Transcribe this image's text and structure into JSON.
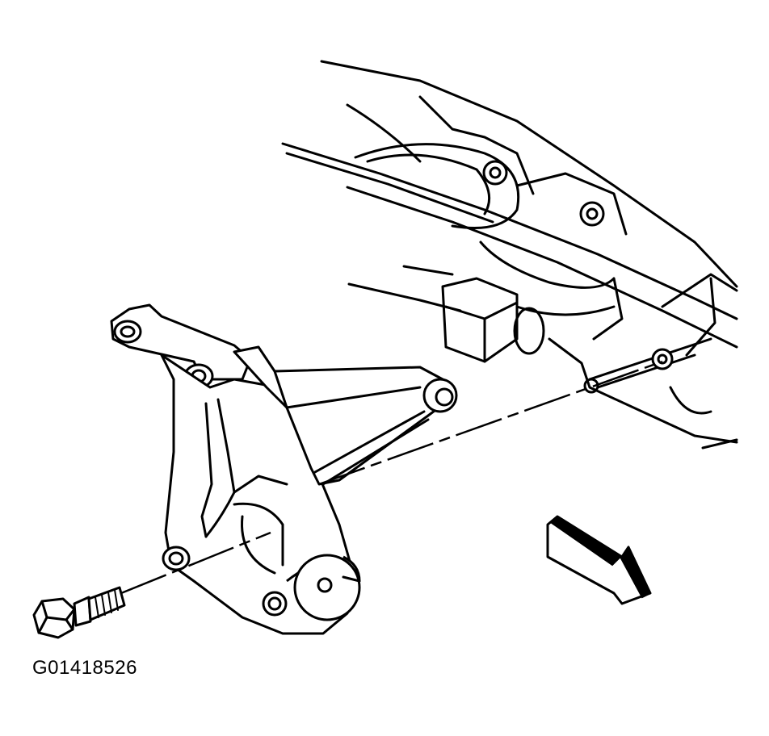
{
  "figure": {
    "id_label": "G01418526"
  },
  "parts": [
    {
      "name": "engine-block-mounting-area"
    },
    {
      "name": "accessory-bracket"
    },
    {
      "name": "mounting-bolt"
    },
    {
      "name": "direction-arrow"
    }
  ]
}
